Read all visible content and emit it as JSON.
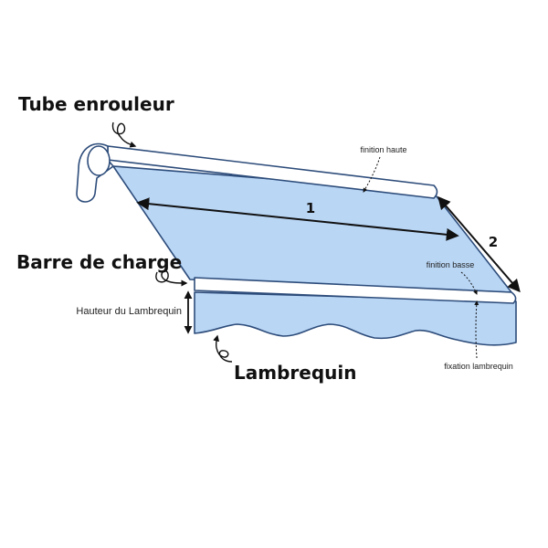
{
  "labels": {
    "tube_enrouleur": "Tube enrouleur",
    "barre_de_charge": "Barre de charge",
    "lambrequin": "Lambrequin",
    "hauteur_lambrequin": "Hauteur du Lambrequin",
    "finition_haute": "finition haute",
    "finition_basse": "finition basse",
    "fixation_lambrequin": "fixation lambrequin",
    "dimension_1": "1",
    "dimension_2": "2"
  },
  "colors": {
    "fabric": "#b9d6f5",
    "outline": "#2d4c7a",
    "bar_fill": "#ffffff",
    "arrow": "#111111"
  }
}
